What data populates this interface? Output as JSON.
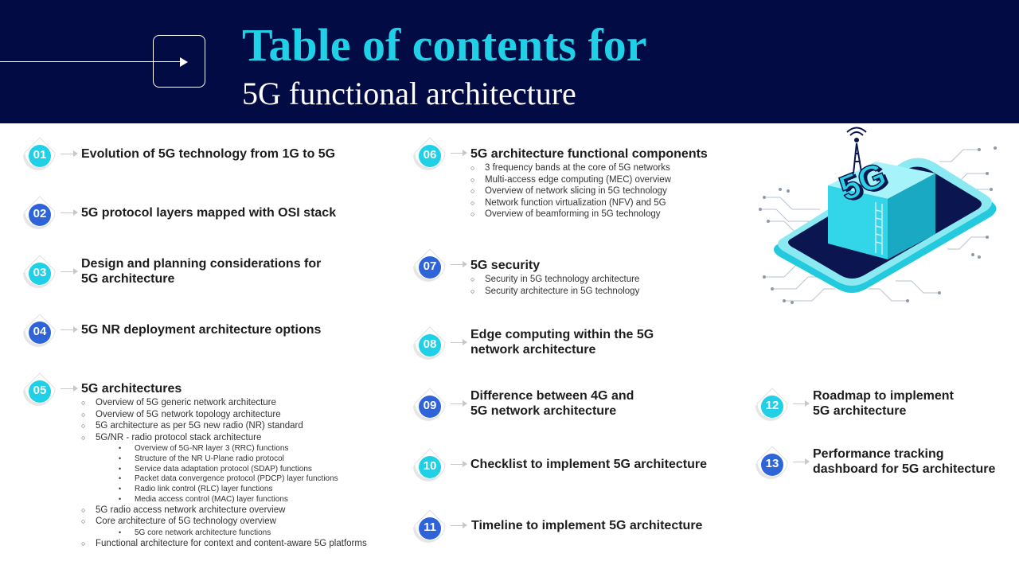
{
  "header": {
    "title_line1": "Table of contents for",
    "title_line2": "5G functional architecture"
  },
  "colors": {
    "navy": "#030b45",
    "cyan": "#1fd0e6",
    "blue": "#2f64d8"
  },
  "items": [
    {
      "num": "01",
      "title_lines": [
        "Evolution of 5G technology from 1G to 5G"
      ]
    },
    {
      "num": "02",
      "title_lines": [
        "5G protocol layers mapped with OSI stack"
      ]
    },
    {
      "num": "03",
      "title_lines": [
        "Design and planning considerations for",
        "5G architecture"
      ]
    },
    {
      "num": "04",
      "title_lines": [
        "5G NR deployment architecture options"
      ]
    },
    {
      "num": "05",
      "title_lines": [
        "5G architectures"
      ],
      "subitems": [
        "Overview of 5G generic network architecture",
        "Overview of 5G network topology architecture",
        "5G architecture as per 5G new radio (NR) standard",
        "5G/NR - radio protocol stack architecture",
        "5G radio access network architecture overview",
        "Core architecture of 5G technology overview",
        "Functional architecture for context and content-aware 5G platforms"
      ],
      "nr_details": [
        "Overview of 5G-NR layer 3 (RRC) functions",
        "Structure of the NR U-Plane radio protocol",
        "Service data adaptation protocol (SDAP) functions",
        "Packet data convergence protocol (PDCP) layer functions",
        "Radio link control (RLC) layer functions",
        "Media access control (MAC) layer functions"
      ],
      "core_details": [
        "5G core network architecture functions"
      ]
    },
    {
      "num": "06",
      "title_lines": [
        "5G architecture functional components"
      ],
      "subitems": [
        "3 frequency bands at the core of 5G networks",
        "Multi-access edge computing (MEC) overview",
        "Overview of network slicing in 5G technology",
        "Network function virtualization (NFV) and 5G",
        "Overview of beamforming in 5G technology"
      ]
    },
    {
      "num": "07",
      "title_lines": [
        "5G security"
      ],
      "subitems": [
        "Security in 5G technology architecture",
        "Security architecture in 5G technology"
      ]
    },
    {
      "num": "08",
      "title_lines": [
        "Edge computing within the 5G",
        "network architecture"
      ]
    },
    {
      "num": "09",
      "title_lines": [
        "Difference between 4G and",
        "5G network architecture"
      ]
    },
    {
      "num": "10",
      "title_lines": [
        "Checklist to implement 5G architecture"
      ]
    },
    {
      "num": "11",
      "title_lines": [
        "Timeline to implement 5G architecture"
      ]
    },
    {
      "num": "12",
      "title_lines": [
        "Roadmap to implement",
        "5G architecture"
      ]
    },
    {
      "num": "13",
      "title_lines": [
        "Performance tracking",
        "dashboard for 5G architecture"
      ]
    }
  ],
  "illustration": {
    "label": "5G"
  }
}
